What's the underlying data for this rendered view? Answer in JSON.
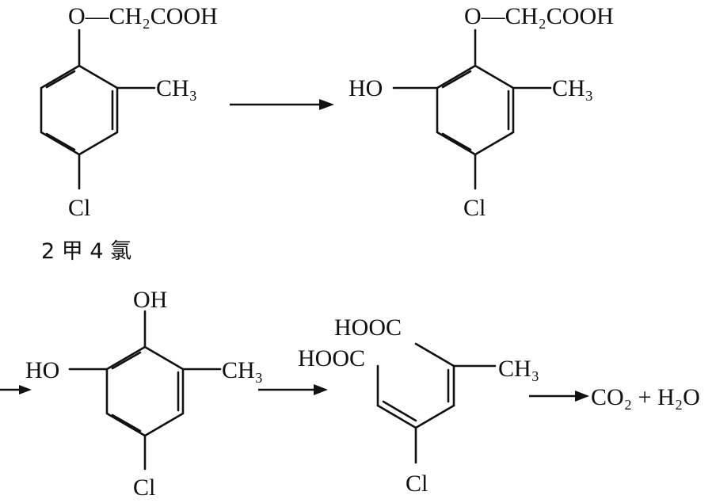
{
  "molecules": {
    "m1": {
      "top_group": "O—CH₂COOH",
      "substituent_ch3": "CH₃",
      "substituent_cl": "Cl",
      "caption": "2 甲 4 氯"
    },
    "m2": {
      "top_group": "O—CH₂COOH",
      "substituent_ho": "HO",
      "substituent_ch3": "CH₃",
      "substituent_cl": "Cl"
    },
    "m3": {
      "top_oh": "OH",
      "substituent_ho": "HO",
      "substituent_ch3": "CH₃",
      "substituent_cl": "Cl"
    },
    "m4": {
      "hooc_top": "HOOC",
      "hooc_left": "HOOC",
      "substituent_ch3": "CH₃",
      "substituent_cl": "Cl"
    }
  },
  "products": {
    "text": "CO₂ + H₂O"
  },
  "colors": {
    "ink": "#111111",
    "background": "#ffffff"
  }
}
